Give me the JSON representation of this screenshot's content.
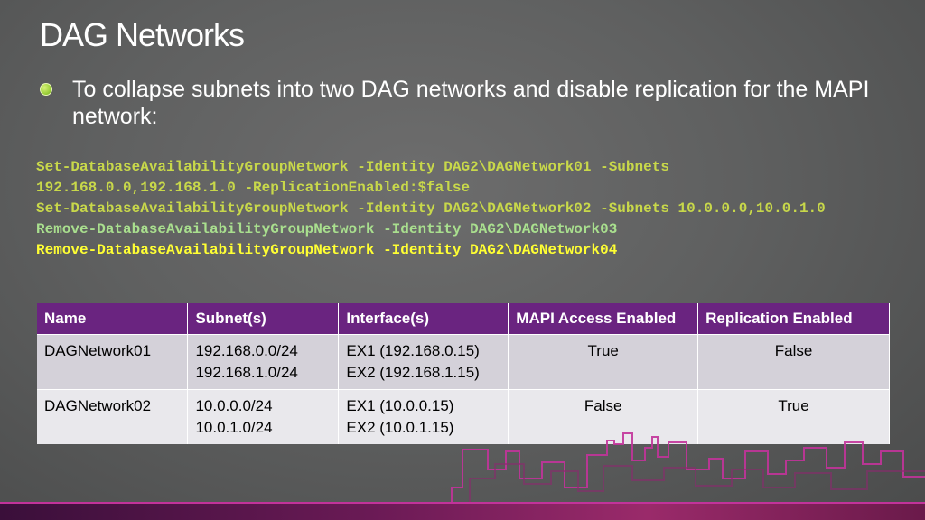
{
  "slide": {
    "title": "DAG Networks",
    "bullet": "To collapse subnets into two DAG networks and disable replication for the MAPI network:",
    "code_lines": [
      "Set-DatabaseAvailabilityGroupNetwork -Identity DAG2\\DAGNetwork01 -Subnets",
      "192.168.0.0,192.168.1.0 -ReplicationEnabled:$false",
      "Set-DatabaseAvailabilityGroupNetwork -Identity DAG2\\DAGNetwork02 -Subnets 10.0.0.0,10.0.1.0",
      "Remove-DatabaseAvailabilityGroupNetwork -Identity DAG2\\DAGNetwork03",
      "Remove-DatabaseAvailabilityGroupNetwork -Identity DAG2\\DAGNetwork04"
    ],
    "code_colors": [
      "#c8d84a",
      "#c8d84a",
      "#c8d84a",
      "#a9df8e",
      "#ffff33"
    ]
  },
  "table": {
    "headers": [
      "Name",
      "Subnet(s)",
      "Interface(s)",
      "MAPI Access Enabled",
      "Replication Enabled"
    ],
    "rows": [
      {
        "name": "DAGNetwork01",
        "subnet1": "192.168.0.0/24",
        "subnet2": "192.168.1.0/24",
        "iface1": "EX1 (192.168.0.15)",
        "iface2": "EX2 (192.168.1.15)",
        "mapi": "True",
        "replication": "False"
      },
      {
        "name": "DAGNetwork02",
        "subnet1": "10.0.0.0/24",
        "subnet2": "10.0.1.0/24",
        "iface1": "EX1 (10.0.0.15)",
        "iface2": "EX2 (10.0.1.15)",
        "mapi": "False",
        "replication": "True"
      }
    ]
  },
  "colors": {
    "header_bg": "#6a2480",
    "row1_bg": "#d4d1d9",
    "row2_bg": "#e9e8ec",
    "accent": "#c2339a"
  }
}
